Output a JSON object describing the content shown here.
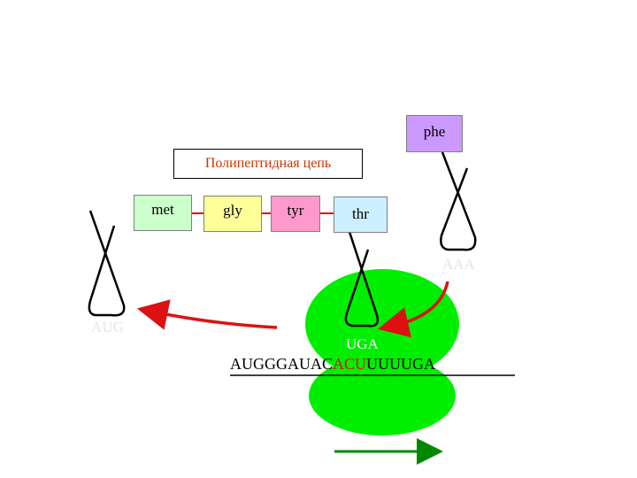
{
  "title": "Полипептидная цепь",
  "amino_acids": {
    "met": "met",
    "gly": "gly",
    "tyr": "tyr",
    "thr": "thr",
    "phe": "phe"
  },
  "codons": {
    "left_anticodon": "AUG",
    "incoming_anticodon": "AAA",
    "ribosome_anticodon": "UGA"
  },
  "mrna": {
    "before": "AUGGGAUAC",
    "highlight": "ACU",
    "after": "UUUUGA"
  },
  "colors": {
    "ribosome": "#00ee00",
    "arrow_red": "#dd1111",
    "arrow_green": "#008800",
    "title_text": "#cc3300",
    "met_box": "#ccffcc",
    "gly_box": "#ffff99",
    "tyr_box": "#ff99cc",
    "thr_box": "#ccf0ff",
    "phe_box": "#cc99ff"
  }
}
